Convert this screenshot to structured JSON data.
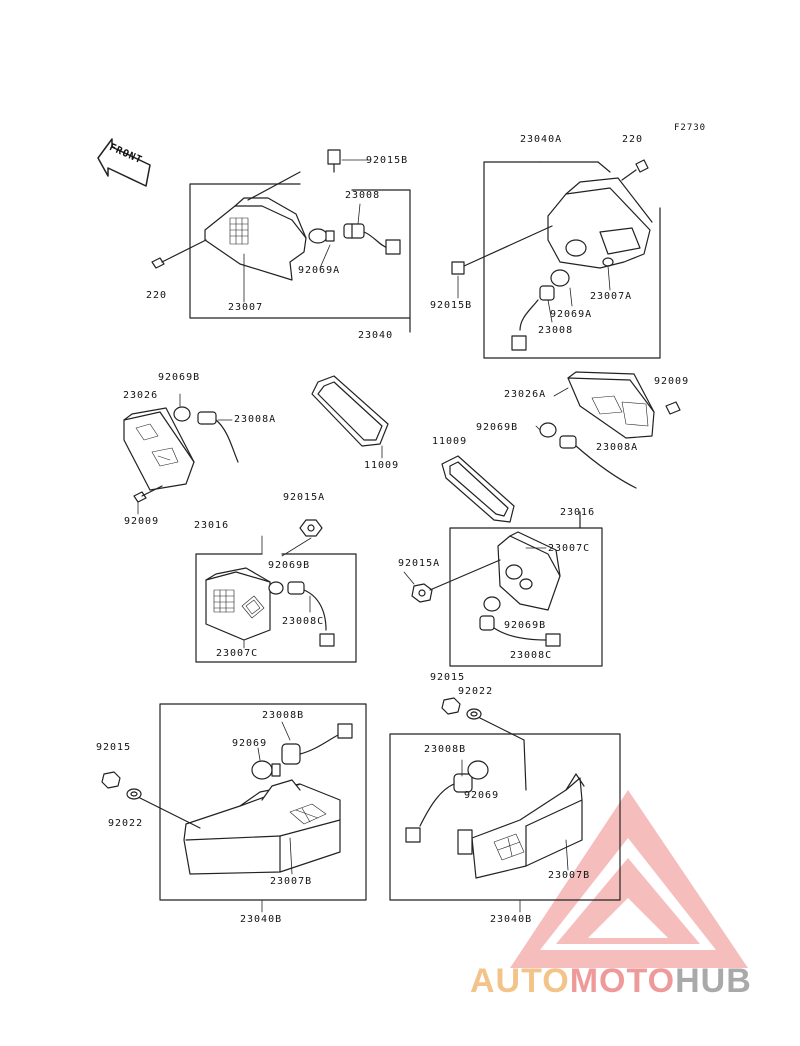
{
  "figure_code": "F2730",
  "front_arrow_text": "FRONT",
  "colors": {
    "line": "#222222",
    "watermark_red": "#e97a7a",
    "watermark_orange": "#f3c48a",
    "watermark_gray": "#a9a9a9"
  },
  "part_labels": {
    "p92015B_a": "92015B",
    "p23008_a": "23008",
    "p92069A_a": "92069A",
    "p220_a": "220",
    "p23007_a": "23007",
    "p23040": "23040",
    "p23040A": "23040A",
    "p220_b": "220",
    "p92015B_b": "92015B",
    "p23007A": "23007A",
    "p92069A_b": "92069A",
    "p23008_b": "23008",
    "p92069B_a": "92069B",
    "p23026": "23026",
    "p23008A_a": "23008A",
    "p92009_a": "92009",
    "p11009_a": "11009",
    "p11009_b": "11009",
    "p23026A": "23026A",
    "p92009_b": "92009",
    "p92069B_b": "92069B",
    "p23008A_b": "23008A",
    "p92015A_a": "92015A",
    "p23016_a": "23016",
    "p92069B_c": "92069B",
    "p23008C_a": "23008C",
    "p23007C_a": "23007C",
    "p23016_b": "23016",
    "p23007C_b": "23007C",
    "p92015A_b": "92015A",
    "p92069B_d": "92069B",
    "p23008C_b": "23008C",
    "p92015_a": "92015",
    "p92022_a": "92022",
    "p23008B_a": "23008B",
    "p92069_a": "92069",
    "p92015_b": "92015",
    "p92022_b": "92022",
    "p23007B_a": "23007B",
    "p23040B_a": "23040B",
    "p23008B_b": "23008B",
    "p92069_b": "92069",
    "p23007B_b": "23007B",
    "p23040B_b": "23040B"
  },
  "watermark": {
    "part1": "AUTO",
    "part2": "MOTO",
    "part3": "HUB"
  }
}
